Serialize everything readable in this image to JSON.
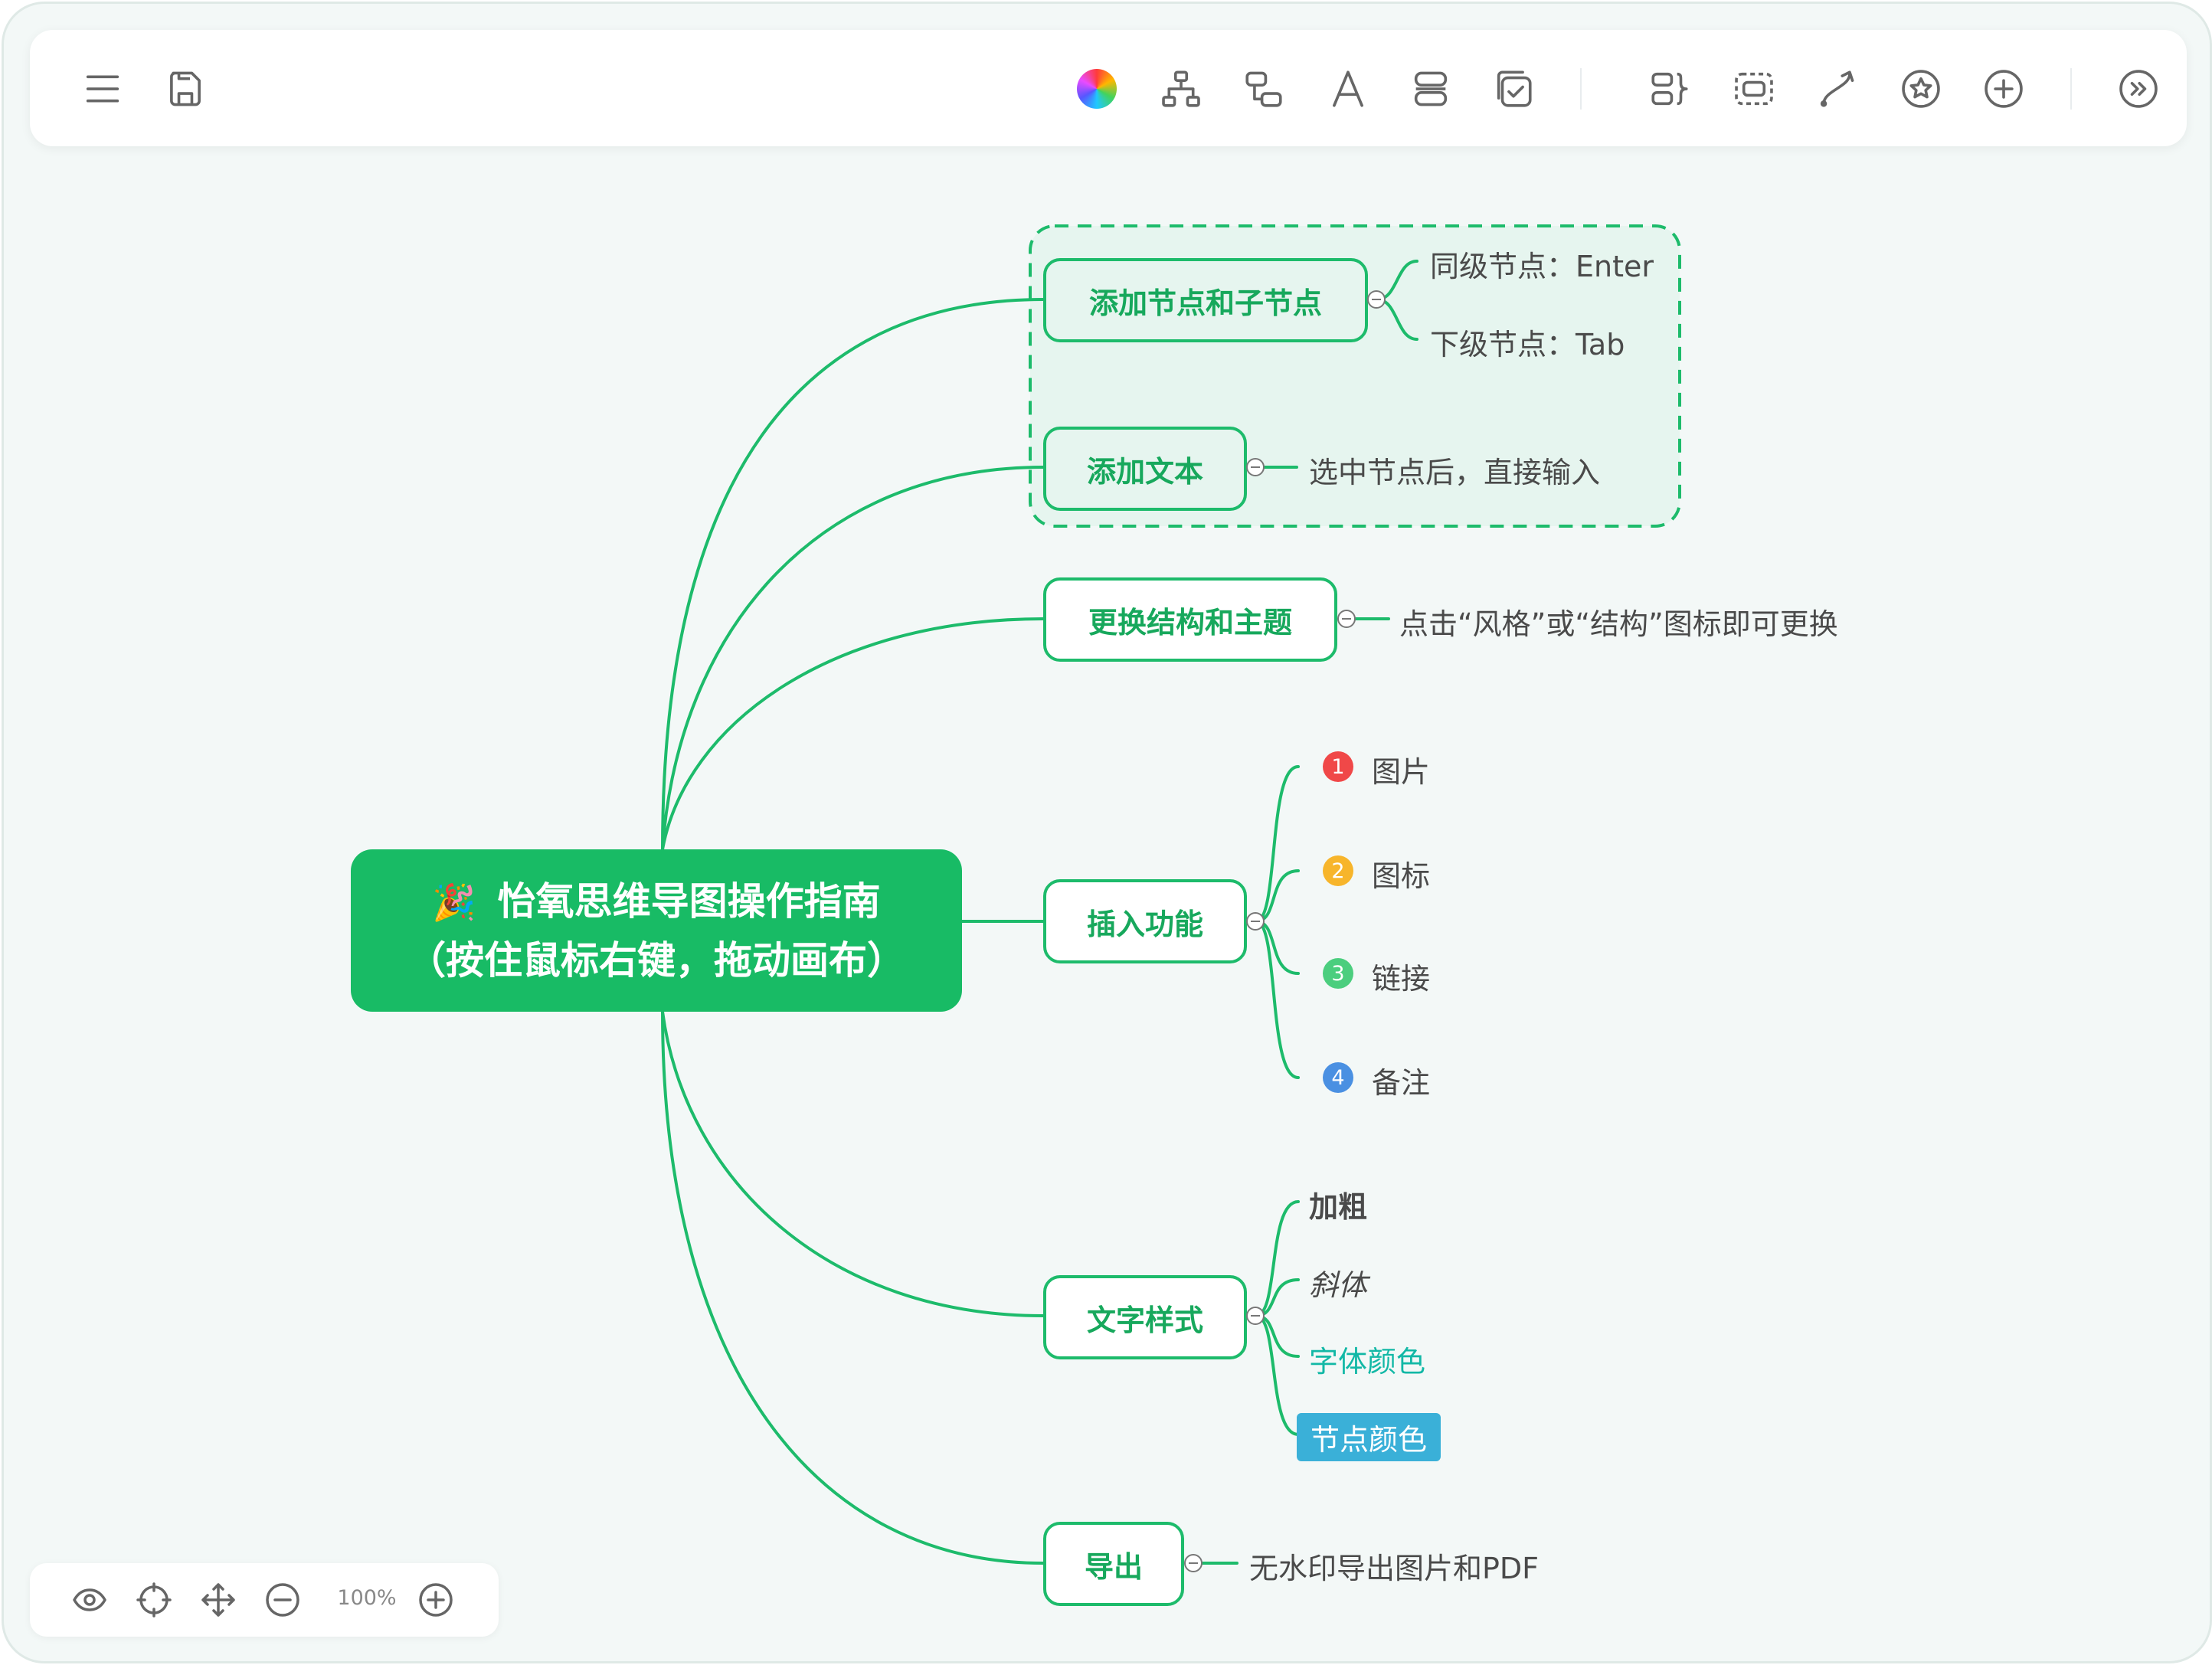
{
  "toolbar": {
    "left_icons": [
      "menu-icon",
      "save-icon"
    ],
    "right_icons": [
      "theme-color-icon",
      "structure-icon",
      "add-child-node-icon",
      "text-style-icon",
      "node-style-icon",
      "checkbox-icon",
      "summary-icon",
      "outer-frame-icon",
      "connection-line-icon",
      "marker-icon",
      "insert-icon",
      "expand-icon"
    ]
  },
  "mindmap": {
    "root": {
      "emoji": "🎉",
      "line1": "怡氧思维导图操作指南",
      "line2": "（按住鼠标右键，拖动画布）"
    },
    "branches": [
      {
        "label": "添加节点和子节点",
        "children": [
          "同级节点：Enter",
          "下级节点：Tab"
        ]
      },
      {
        "label": "添加文本",
        "children": [
          "选中节点后，直接输入"
        ]
      },
      {
        "label": "更换结构和主题",
        "children": [
          "点击“风格”或“结构”图标即可更换"
        ]
      },
      {
        "label": "插入功能",
        "children": [
          {
            "num": "1",
            "label": "图片",
            "color": "#f04848"
          },
          {
            "num": "2",
            "label": "图标",
            "color": "#f7b52b"
          },
          {
            "num": "3",
            "label": "链接",
            "color": "#4bce7e"
          },
          {
            "num": "4",
            "label": "备注",
            "color": "#4a90e2"
          }
        ]
      },
      {
        "label": "文字样式",
        "children": [
          {
            "label": "加粗",
            "style": "bold"
          },
          {
            "label": "斜体",
            "style": "italic"
          },
          {
            "label": "字体颜色",
            "style": "colored",
            "color": "#12b8a6"
          },
          {
            "label": "节点颜色",
            "style": "filled",
            "color": "#3ab0d8"
          }
        ]
      },
      {
        "label": "导出",
        "children": [
          "无水印导出图片和PDF"
        ]
      }
    ]
  },
  "zoom": {
    "icons": [
      "preview-icon",
      "locate-center-icon",
      "move-canvas-icon",
      "zoom-out-icon",
      "zoom-in-icon"
    ],
    "level": "100%"
  },
  "colors": {
    "accent": "#18bb65",
    "line": "#1dbb6b",
    "frame_fill": "#e6f5ef"
  }
}
